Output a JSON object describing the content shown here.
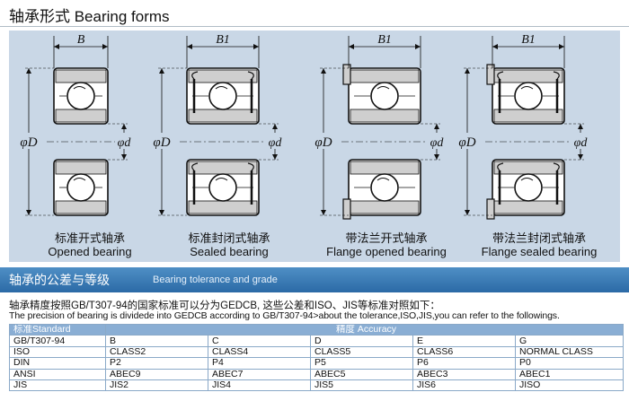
{
  "title": "轴承形式 Bearing forms",
  "diagrams": [
    {
      "width_label": "B",
      "outer_label": "φD",
      "inner_label": "φd",
      "caption_cn": "标准开式轴承",
      "caption_en": "Opened bearing"
    },
    {
      "width_label": "B1",
      "outer_label": "φD",
      "inner_label": "φd",
      "caption_cn": "标准封闭式轴承",
      "caption_en": "Sealed bearing"
    },
    {
      "width_label": "B1",
      "outer_label": "φD",
      "inner_label": "φd",
      "caption_cn": "带法兰开式轴承",
      "caption_en": "Flange opened bearing"
    },
    {
      "width_label": "B1",
      "outer_label": "φD",
      "inner_label": "φd",
      "caption_cn": "带法兰封闭式轴承",
      "caption_en": "Flange sealed bearing"
    }
  ],
  "banner": {
    "title_cn": "轴承的公差与等级",
    "title_en": "Bearing tolerance and grade"
  },
  "description": {
    "cn": "轴承精度按照GB/T307-94的国家标准可以分为GEDCB, 这些公差和ISO、JIS等标准对照如下：",
    "en": "The precision of bearing is dividede into GEDCB according to GB/T307-94>about the tolerance,ISO,JIS,you can refer to the followings."
  },
  "table": {
    "header_standard": "标准Standard",
    "header_accuracy": "精度 Accuracy",
    "rows": [
      [
        "GB/T307-94",
        "B",
        "C",
        "D",
        "E",
        "G"
      ],
      [
        "ISO",
        "CLASS2",
        "CLASS4",
        "CLASS5",
        "CLASS6",
        "NORMAL CLASS"
      ],
      [
        "DIN",
        "P2",
        "P4",
        "P5",
        "P6",
        "P0"
      ],
      [
        "ANSI",
        "ABEC9",
        "ABEC7",
        "ABEC5",
        "ABEC3",
        "ABEC1"
      ],
      [
        "JIS",
        "JIS2",
        "JIS4",
        "JIS5",
        "JIS6",
        "JISO"
      ]
    ]
  },
  "colors": {
    "panel": "#c9d7e6",
    "banner": "#3a7bb8",
    "table_header": "#8aaed4",
    "table_border": "#8aa9c8"
  }
}
